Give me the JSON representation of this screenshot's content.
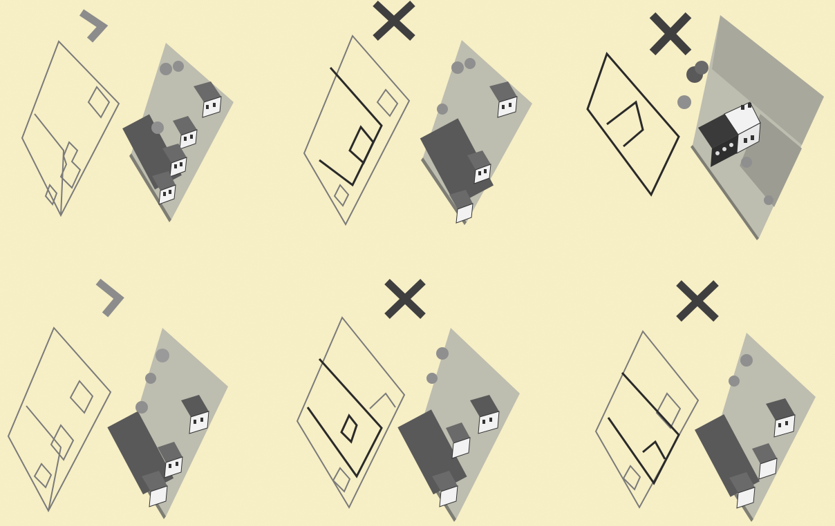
{
  "colors": {
    "background": "#f8f0c6",
    "check_mark": "#8c8c8c",
    "cross_mark": "#3f3f3f",
    "plan_outline_thin": "#7a7a7a",
    "plan_outline_bold": "#2a2a2a",
    "ground": "#bdbdb0",
    "building_dark": "#595959",
    "building_white": "#f2f2f2",
    "tree": "#8f8f8f"
  },
  "grid": {
    "rows": 2,
    "columns": 3
  },
  "panels": [
    {
      "mark": "check",
      "mark_icon": "check-mark-icon",
      "plan_style": "thin",
      "model": "overhead-block-model"
    },
    {
      "mark": "cross",
      "mark_icon": "cross-mark-icon",
      "plan_style": "bold",
      "model": "overhead-block-model"
    },
    {
      "mark": "cross",
      "mark_icon": "cross-mark-icon",
      "plan_style": "bold",
      "model": "close-up-street-model"
    },
    {
      "mark": "check",
      "mark_icon": "check-mark-icon",
      "plan_style": "thin",
      "model": "overhead-block-model"
    },
    {
      "mark": "cross",
      "mark_icon": "cross-mark-icon",
      "plan_style": "bold",
      "model": "overhead-block-model"
    },
    {
      "mark": "cross",
      "mark_icon": "cross-mark-icon",
      "plan_style": "bold",
      "model": "overhead-block-model"
    }
  ]
}
